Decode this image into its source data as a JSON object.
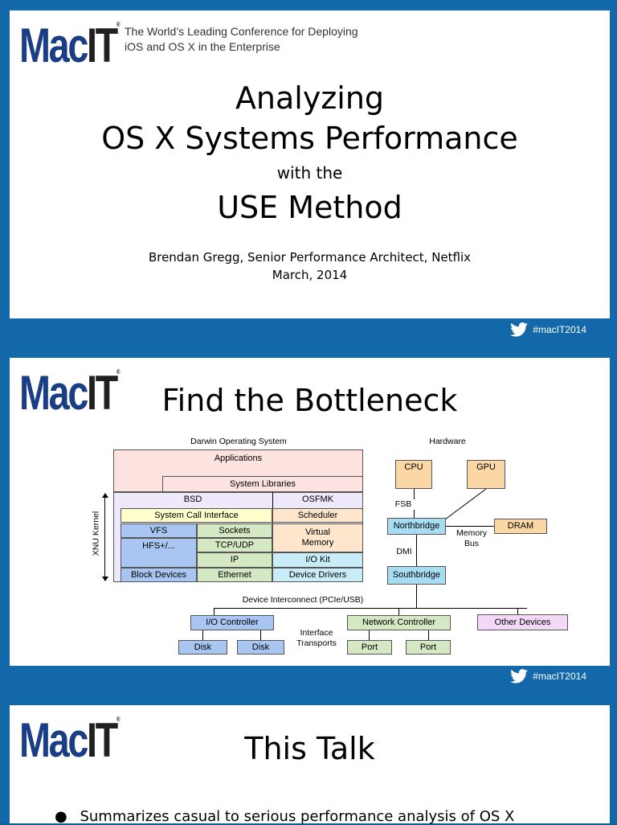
{
  "slide1": {
    "logo_mac": "Mac",
    "logo_it": "IT",
    "tagline_1": "The World’s Leading Conference for Deploying",
    "tagline_2": "iOS and OS X in the Enterprise",
    "title_1": "Analyzing",
    "title_2": "OS X Systems Performance",
    "title_3": "with the",
    "title_4": "USE Method",
    "author": "Brendan Gregg, Senior Performance Architect, Netflix",
    "date": "March, 2014",
    "hashtag": "#macIT2014"
  },
  "slide2": {
    "logo_mac": "Mac",
    "logo_it": "IT",
    "title": "Find the Bottleneck",
    "hashtag": "#macIT2014",
    "diagram": {
      "os_label": "Darwin Operating System",
      "hw_label": "Hardware",
      "applications": "Applications",
      "system_libraries": "System Libraries",
      "bsd": "BSD",
      "osfmk": "OSFMK",
      "xnu_kernel": "XNU Kernel",
      "syscall": "System Call Interface",
      "scheduler": "Scheduler",
      "vfs": "VFS",
      "sockets": "Sockets",
      "virtual_memory": "Virtual Memory",
      "hfs": "HFS+/...",
      "tcpudp": "TCP/UDP",
      "ip": "IP",
      "iokit": "I/O Kit",
      "block_devices": "Block Devices",
      "ethernet": "Ethernet",
      "device_drivers": "Device Drivers",
      "cpu": "CPU",
      "gpu": "GPU",
      "fsb": "FSB",
      "northbridge": "Northbridge",
      "dram": "DRAM",
      "memory_bus": "Memory Bus",
      "dmi": "DMI",
      "southbridge": "Southbridge",
      "device_interconnect": "Device Interconnect (PCIe/USB)",
      "io_controller": "I/O Controller",
      "network_controller": "Network Controller",
      "other_devices": "Other Devices",
      "interface_transports": "Interface Transports",
      "disk": "Disk",
      "port": "Port"
    }
  },
  "slide3": {
    "logo_mac": "Mac",
    "logo_it": "IT",
    "title": "This Talk",
    "bullet_1": "Summarizes casual to serious performance analysis of OS X"
  },
  "colors": {
    "frame_blue": "#1268a8",
    "logo_blue": "#1a3e86",
    "apps_pink": "#fde3e0",
    "bsd_purple": "#eee8fb",
    "syscall_yellow": "#ffffcc",
    "vfs_blue": "#a9c6f2",
    "sockets_green": "#d3e8c3",
    "vm_orange": "#fde6cc",
    "iokit_cyan": "#c8ecf8",
    "cpu_orange": "#fbd7a5",
    "bridge_cyan": "#a8dcf3",
    "other_pink": "#f3d9f7"
  }
}
